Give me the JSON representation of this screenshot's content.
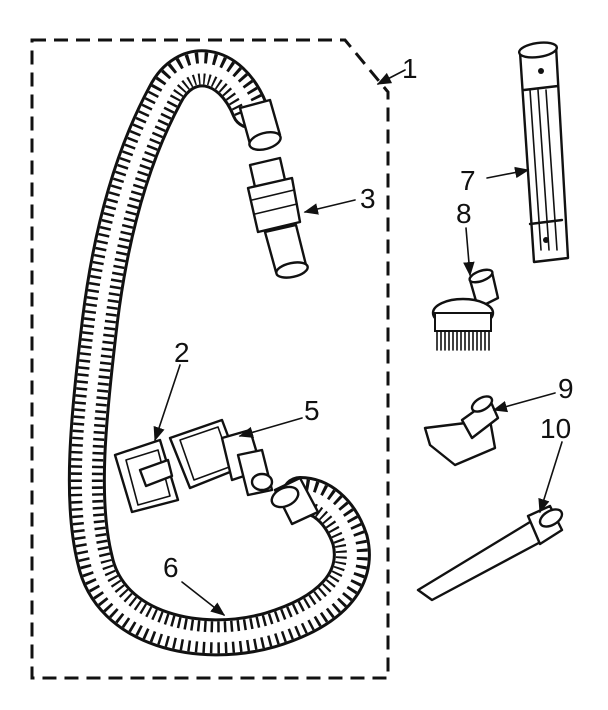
{
  "callouts": [
    {
      "id": "1",
      "text": "1"
    },
    {
      "id": "2",
      "text": "2"
    },
    {
      "id": "3",
      "text": "3"
    },
    {
      "id": "5",
      "text": "5"
    },
    {
      "id": "6",
      "text": "6"
    },
    {
      "id": "7",
      "text": "7"
    },
    {
      "id": "8",
      "text": "8"
    },
    {
      "id": "9",
      "text": "9"
    },
    {
      "id": "10",
      "text": "10"
    }
  ],
  "colors": {
    "ink": "#111111",
    "paper": "#ffffff"
  }
}
